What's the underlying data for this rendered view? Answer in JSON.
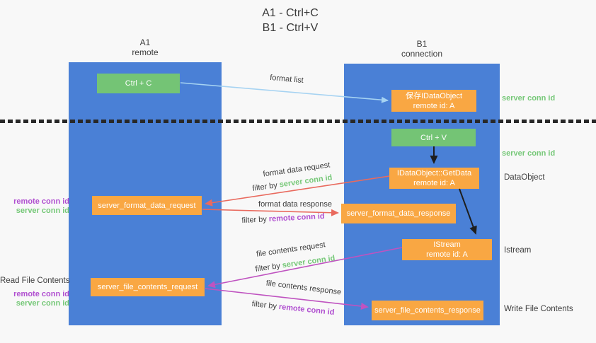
{
  "title": {
    "line1": "A1 - Ctrl+C",
    "line2": "B1 - Ctrl+V"
  },
  "columns": {
    "a1": {
      "id": "A1",
      "role": "remote"
    },
    "b1": {
      "id": "B1",
      "role": "connection"
    }
  },
  "nodes": {
    "ctrl_c": "Ctrl + C",
    "save_idataobject_line1": "保存IDataObject",
    "save_idataobject_line2": "remote id: A",
    "ctrl_v": "Ctrl + V",
    "getdata_line1": "IDataObject::GetData",
    "getdata_line2": "remote id: A",
    "format_request": "server_format_data_request",
    "format_response": "server_format_data_response",
    "istream_line1": "IStream",
    "istream_line2": "remote id: A",
    "file_request": "server_file_contents_request",
    "file_response": "server_file_contents_response"
  },
  "arrow_labels": {
    "format_list": "format list",
    "format_data_request": "format data request",
    "format_data_response": "format data response",
    "file_contents_request": "file contents request",
    "file_contents_response": "file contents response",
    "filter_by": "filter by",
    "server_conn_id": "server conn id",
    "remote_conn_id": "remote conn id"
  },
  "side_labels": {
    "server_conn_id_top": "server conn id",
    "server_conn_id_mid": "server conn id",
    "dataobject": "DataObject",
    "istream": "Istream",
    "write_file_contents": "Write File Contents",
    "read_file_contents": "Read File Contents",
    "remote_conn_id": "remote conn id",
    "server_conn_id": "server conn id"
  },
  "colors": {
    "column_blue": "#4a80d6",
    "node_green": "#74c475",
    "node_orange": "#f9a743",
    "arrow_lightblue": "#a6d3f2",
    "arrow_black": "#1e1e1e",
    "arrow_red": "#e96a5e",
    "arrow_magenta": "#bf53c0",
    "text_green": "#76c878",
    "text_purple": "#b04fd0",
    "text_dark": "#3d3d3d"
  }
}
